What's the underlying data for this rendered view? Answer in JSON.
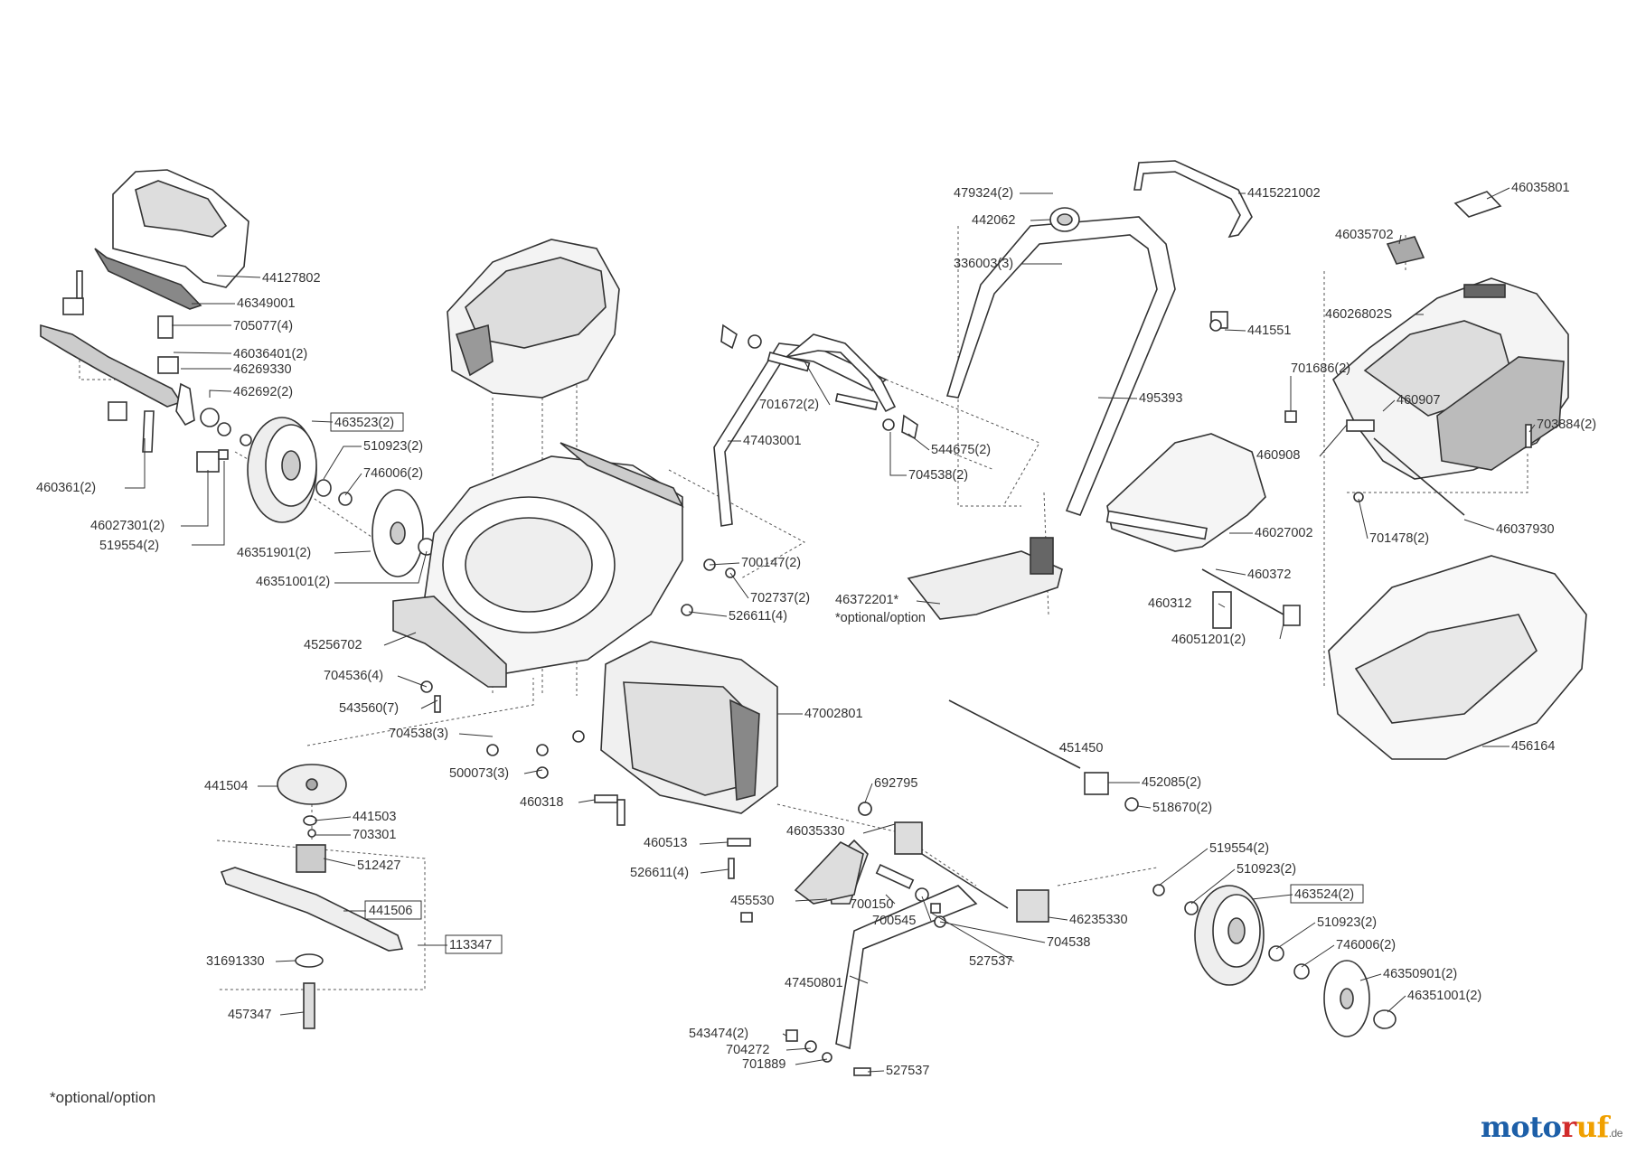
{
  "footnote": "*optional/option",
  "logo": {
    "parts": [
      {
        "text": "mo",
        "color": "#1d5fa8"
      },
      {
        "text": "to",
        "color": "#1d5fa8"
      },
      {
        "text": "r",
        "color": "#d12b2b"
      },
      {
        "text": "uf",
        "color": "#f0a000"
      }
    ],
    "suffix": ".de"
  },
  "colors": {
    "line": "#333333",
    "background": "#ffffff",
    "shade": "#9a9a9a"
  },
  "parts": [
    {
      "id": "44127802",
      "label": "44127802",
      "boxed": false
    },
    {
      "id": "46349001",
      "label": "46349001",
      "boxed": false
    },
    {
      "id": "705077",
      "label": "705077(4)",
      "boxed": false
    },
    {
      "id": "46036401",
      "label": "46036401(2)",
      "boxed": false
    },
    {
      "id": "46269330",
      "label": "46269330",
      "boxed": false
    },
    {
      "id": "462692",
      "label": "462692(2)",
      "boxed": false
    },
    {
      "id": "463523",
      "label": "463523(2)",
      "boxed": true
    },
    {
      "id": "510923a",
      "label": "510923(2)",
      "boxed": false
    },
    {
      "id": "460361",
      "label": "460361(2)",
      "boxed": false
    },
    {
      "id": "746006a",
      "label": "746006(2)",
      "boxed": false
    },
    {
      "id": "46027301",
      "label": "46027301(2)",
      "boxed": false
    },
    {
      "id": "519554a",
      "label": "519554(2)",
      "boxed": false
    },
    {
      "id": "46351901",
      "label": "46351901(2)",
      "boxed": false
    },
    {
      "id": "46351001a",
      "label": "46351001(2)",
      "boxed": false
    },
    {
      "id": "45256702",
      "label": "45256702",
      "boxed": false
    },
    {
      "id": "704536",
      "label": "704536(4)",
      "boxed": false
    },
    {
      "id": "543560",
      "label": "543560(7)",
      "boxed": false
    },
    {
      "id": "704538a",
      "label": "704538(3)",
      "boxed": false
    },
    {
      "id": "500073",
      "label": "500073(3)",
      "boxed": false
    },
    {
      "id": "441504",
      "label": "441504",
      "boxed": false
    },
    {
      "id": "441503",
      "label": "441503",
      "boxed": false
    },
    {
      "id": "703301",
      "label": "703301",
      "boxed": false
    },
    {
      "id": "512427",
      "label": "512427",
      "boxed": false
    },
    {
      "id": "441506",
      "label": "441506",
      "boxed": true
    },
    {
      "id": "113347",
      "label": "113347",
      "boxed": true
    },
    {
      "id": "31691330",
      "label": "31691330",
      "boxed": false
    },
    {
      "id": "457347",
      "label": "457347",
      "boxed": false
    },
    {
      "id": "47403001",
      "label": "47403001",
      "boxed": false
    },
    {
      "id": "701672",
      "label": "701672(2)",
      "boxed": false
    },
    {
      "id": "544675",
      "label": "544675(2)",
      "boxed": false
    },
    {
      "id": "704538b",
      "label": "704538(2)",
      "boxed": false
    },
    {
      "id": "700147",
      "label": "700147(2)",
      "boxed": false
    },
    {
      "id": "702737",
      "label": "702737(2)",
      "boxed": false
    },
    {
      "id": "526611a",
      "label": "526611(4)",
      "boxed": false
    },
    {
      "id": "46372201",
      "label": "46372201*",
      "boxed": false
    },
    {
      "id": "optional",
      "label": "*optional/option",
      "boxed": false
    },
    {
      "id": "47002801",
      "label": "47002801",
      "boxed": false
    },
    {
      "id": "460318",
      "label": "460318",
      "boxed": false
    },
    {
      "id": "460513",
      "label": "460513",
      "boxed": false
    },
    {
      "id": "526611b",
      "label": "526611(4)",
      "boxed": false
    },
    {
      "id": "479324",
      "label": "479324(2)",
      "boxed": false
    },
    {
      "id": "442062",
      "label": "442062",
      "boxed": false
    },
    {
      "id": "336003",
      "label": "336003(3)",
      "boxed": false
    },
    {
      "id": "4415221002",
      "label": "4415221002",
      "boxed": false
    },
    {
      "id": "441551",
      "label": "441551",
      "boxed": false
    },
    {
      "id": "495393",
      "label": "495393",
      "boxed": false
    },
    {
      "id": "46027002",
      "label": "46027002",
      "boxed": false
    },
    {
      "id": "460372",
      "label": "460372",
      "boxed": false
    },
    {
      "id": "460312",
      "label": "460312",
      "boxed": false
    },
    {
      "id": "46051201",
      "label": "46051201(2)",
      "boxed": false
    },
    {
      "id": "46035801",
      "label": "46035801",
      "boxed": false
    },
    {
      "id": "46035702",
      "label": "46035702",
      "boxed": false
    },
    {
      "id": "46026802S",
      "label": "46026802S",
      "boxed": false
    },
    {
      "id": "701686",
      "label": "701686(2)",
      "boxed": false
    },
    {
      "id": "460907",
      "label": "460907",
      "boxed": false
    },
    {
      "id": "703884",
      "label": "703884(2)",
      "boxed": false
    },
    {
      "id": "460908",
      "label": "460908",
      "boxed": false
    },
    {
      "id": "701478",
      "label": "701478(2)",
      "boxed": false
    },
    {
      "id": "46037930",
      "label": "46037930",
      "boxed": false
    },
    {
      "id": "456164",
      "label": "456164",
      "boxed": false
    },
    {
      "id": "451450",
      "label": "451450",
      "boxed": false
    },
    {
      "id": "452085",
      "label": "452085(2)",
      "boxed": false
    },
    {
      "id": "518670",
      "label": "518670(2)",
      "boxed": false
    },
    {
      "id": "692795",
      "label": "692795",
      "boxed": false
    },
    {
      "id": "46035330",
      "label": "46035330",
      "boxed": false
    },
    {
      "id": "455530",
      "label": "455530",
      "boxed": false
    },
    {
      "id": "700150",
      "label": "700150",
      "boxed": false
    },
    {
      "id": "700545",
      "label": "700545",
      "boxed": false
    },
    {
      "id": "46235330",
      "label": "46235330",
      "boxed": false
    },
    {
      "id": "704538c",
      "label": "704538",
      "boxed": false
    },
    {
      "id": "527537a",
      "label": "527537",
      "boxed": false
    },
    {
      "id": "47450801",
      "label": "47450801",
      "boxed": false
    },
    {
      "id": "543474",
      "label": "543474(2)",
      "boxed": false
    },
    {
      "id": "704272",
      "label": "704272",
      "boxed": false
    },
    {
      "id": "701889",
      "label": "701889",
      "boxed": false
    },
    {
      "id": "527537b",
      "label": "527537",
      "boxed": false
    },
    {
      "id": "519554b",
      "label": "519554(2)",
      "boxed": false
    },
    {
      "id": "510923b",
      "label": "510923(2)",
      "boxed": false
    },
    {
      "id": "463524",
      "label": "463524(2)",
      "boxed": true
    },
    {
      "id": "510923c",
      "label": "510923(2)",
      "boxed": false
    },
    {
      "id": "746006b",
      "label": "746006(2)",
      "boxed": false
    },
    {
      "id": "46350901",
      "label": "46350901(2)",
      "boxed": false
    },
    {
      "id": "46351001b",
      "label": "46351001(2)",
      "boxed": false
    }
  ]
}
